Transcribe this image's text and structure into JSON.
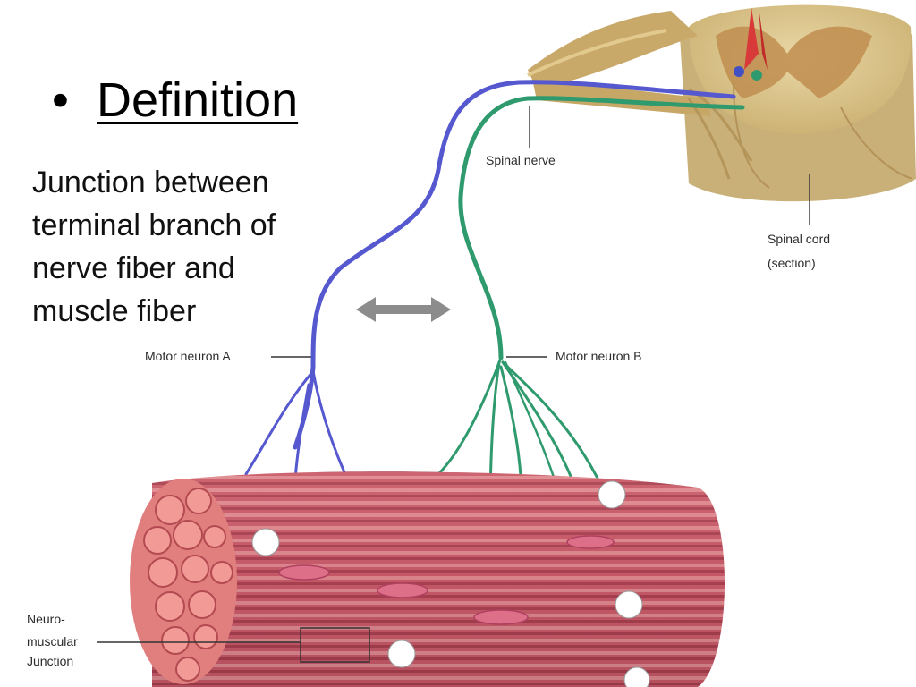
{
  "slide": {
    "bullet": "•",
    "heading": "Definition",
    "body_lines": [
      "Junction  between",
      "terminal branch of",
      "nerve fiber and",
      "muscle fiber"
    ]
  },
  "diagram": {
    "labels": {
      "spinal_nerve": "Spinal nerve",
      "spinal_cord_line1": "Spinal cord",
      "spinal_cord_line2": "(section)",
      "motor_neuron_a": "Motor neuron A",
      "motor_neuron_b": "Motor neuron B",
      "nmj_line1": "Neuro-",
      "nmj_line2": "muscular",
      "nmj_line3": "Junction"
    },
    "colors": {
      "neuron_a": "#4f52c8",
      "neuron_b": "#2f9a6e",
      "spinal_cord": "#d6c08a",
      "gray_matter": "#c79a55",
      "muscle": "#c8566a",
      "arrow": "#8c8c8c"
    }
  }
}
